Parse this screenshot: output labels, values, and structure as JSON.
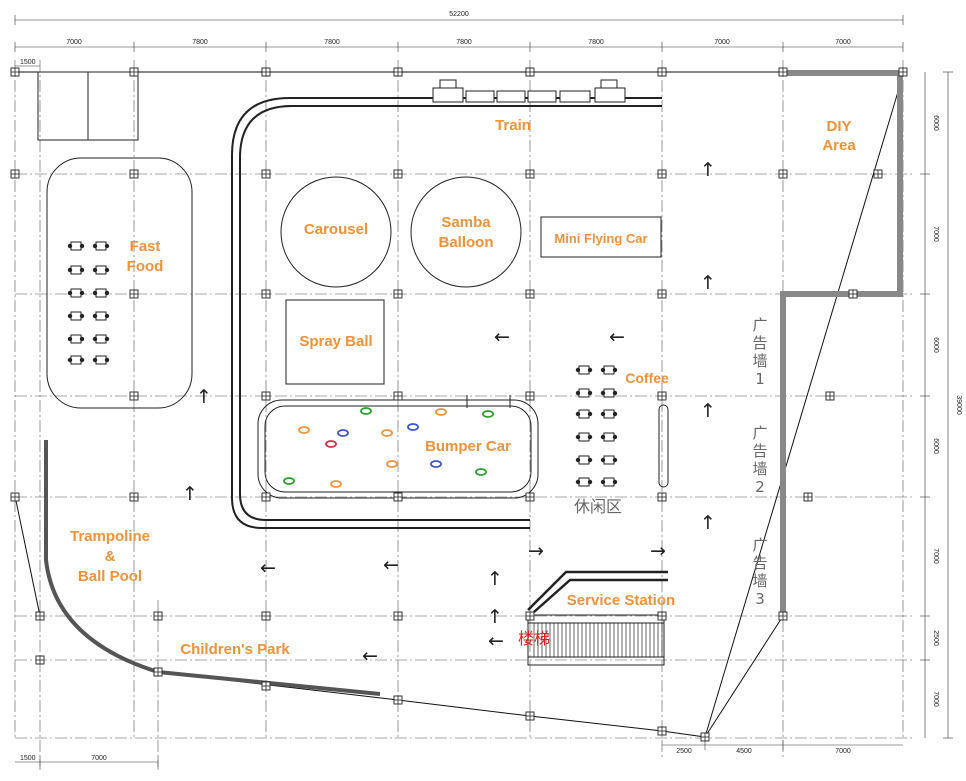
{
  "dimensions": {
    "total": "52200",
    "top_segments": [
      "7000",
      "7800",
      "7800",
      "7800",
      "7800",
      "7000",
      "7000"
    ],
    "top_left_offset": "1500",
    "bottom_left": [
      "1500",
      "7000"
    ],
    "bottom_right": [
      "2500",
      "4500",
      "7000"
    ],
    "right_total": "39000",
    "right_segments": [
      "6000",
      "7000",
      "6000",
      "6000",
      "7000",
      "2500",
      "7000"
    ]
  },
  "areas": {
    "train": "Train",
    "diy_line1": "DIY",
    "diy_line2": "Area",
    "fast_food_line1": "Fast",
    "fast_food_line2": "Food",
    "carousel": "Carousel",
    "samba_line1": "Samba",
    "samba_line2": "Balloon",
    "mini_flying_car": "Mini Flying Car",
    "spray_ball": "Spray Ball",
    "coffee": "Coffee",
    "bumper_car": "Bumper Car",
    "leisure_zone": "休闲区",
    "trampoline_line1": "Trampoline",
    "trampoline_line2": "&",
    "trampoline_line3": "Ball Pool",
    "childrens_park": "Children's Park",
    "service_station": "Service Station",
    "stairs": "楼梯",
    "ad_wall_1": "广告墙1",
    "ad_wall_2": "广告墙2",
    "ad_wall_3": "广告墙3"
  },
  "colors": {
    "label": "#f0923a",
    "stairs_label": "#e02020",
    "wall_gray": "#888888"
  },
  "icons": {
    "direction_arrow": "arrow-icon",
    "column": "column-icon",
    "table_set": "table-set-icon",
    "bumper_car": "bumper-car-icon",
    "train": "train-icon"
  }
}
